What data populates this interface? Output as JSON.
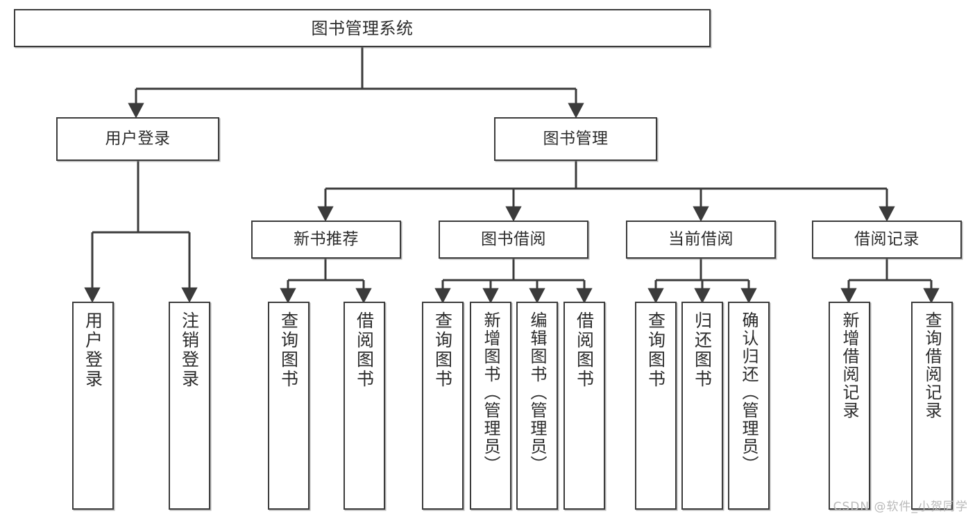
{
  "diagram": {
    "type": "tree-hierarchy",
    "title": "图书管理系统",
    "background_color": "#ffffff",
    "border_color": "#3b3b3b",
    "text_color": "#2a2a2a",
    "watermark": "CSDN @软件_小贺同学",
    "levels": {
      "root": {
        "label": "图书管理系统"
      },
      "level1": [
        {
          "label": "用户登录"
        },
        {
          "label": "图书管理"
        }
      ],
      "level2": [
        {
          "label": "新书推荐"
        },
        {
          "label": "图书借阅"
        },
        {
          "label": "当前借阅"
        },
        {
          "label": "借阅记录"
        }
      ],
      "leaves": {
        "user_login": [
          {
            "label": "用户登录"
          },
          {
            "label": "注销登录"
          }
        ],
        "new_book_recommend": [
          {
            "label": "查询图书"
          },
          {
            "label": "借阅图书"
          }
        ],
        "book_borrow": [
          {
            "label": "查询图书"
          },
          {
            "label": "新增图书（管理员）"
          },
          {
            "label": "编辑图书（管理员）"
          },
          {
            "label": "借阅图书"
          }
        ],
        "current_borrow": [
          {
            "label": "查询图书"
          },
          {
            "label": "归还图书"
          },
          {
            "label": "确认归还（管理员）"
          }
        ],
        "borrow_record": [
          {
            "label": "新增借阅记录"
          },
          {
            "label": "查询借阅记录"
          }
        ]
      }
    }
  }
}
